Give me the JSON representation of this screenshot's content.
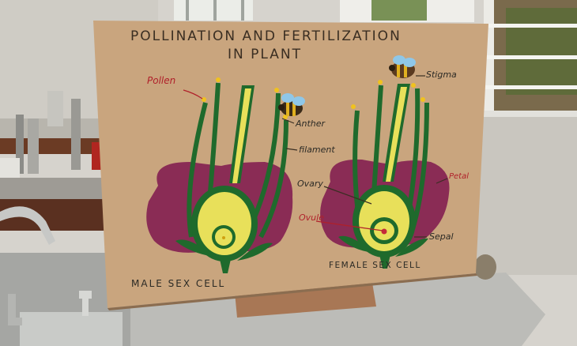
{
  "poster": {
    "title_line1": "POLLINATION AND FERTILIZATION",
    "title_line2": "IN PLANT",
    "labels": {
      "pollen": "Pollen",
      "anther": "Anther",
      "filament": "filament",
      "stigma": "Stigma",
      "ovary": "Ovary",
      "ovule": "Ovule",
      "petal": "Petal",
      "sepal": "Sepal"
    },
    "captions": {
      "male": "MALE SEX CELL",
      "female": "FEMALE SEX CELL"
    }
  },
  "colors": {
    "paper": "#c9a57e",
    "petal": "#8a2c55",
    "stem": "#1f6a2c",
    "ovary_yellow": "#e8e05a",
    "pollen_dot": "#f0c21e",
    "ovule_red": "#c42a3a",
    "wall": "#dcdad5",
    "counter": "#b9b8b4"
  }
}
